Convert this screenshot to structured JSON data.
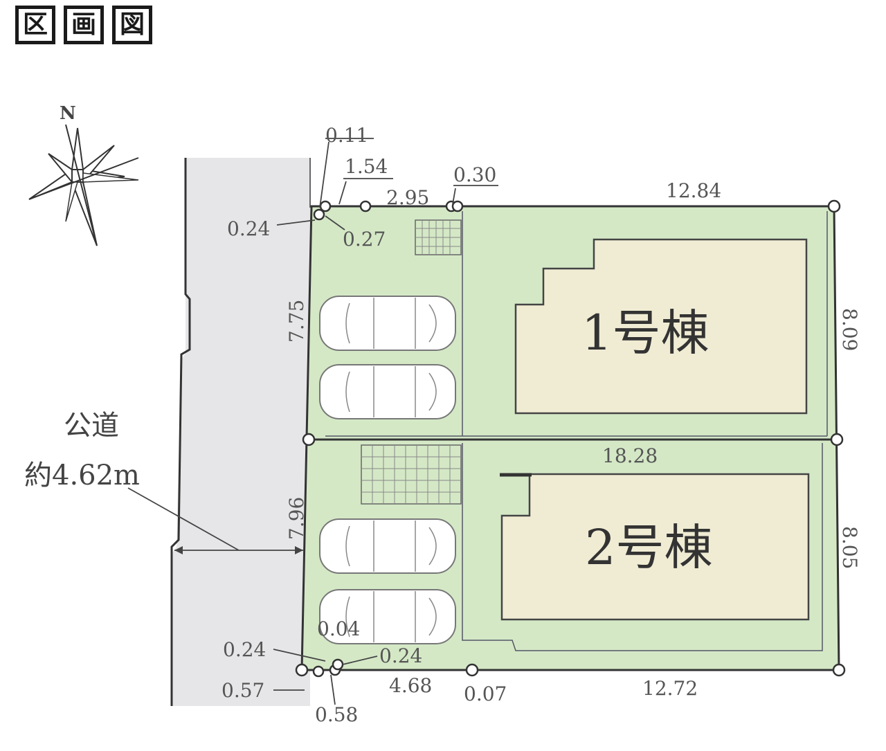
{
  "title": [
    "区",
    "画",
    "図"
  ],
  "compass": {
    "north_label": "N"
  },
  "road": {
    "label_line1": "公道",
    "label_line2": "約4.62m"
  },
  "lots": [
    {
      "label": "1号棟"
    },
    {
      "label": "2号棟"
    }
  ],
  "dimensions": {
    "top_small_1": "0.11",
    "top_small_2": "1.54",
    "top_2_95": "2.95",
    "top_0_30": "0.30",
    "top_12_84": "12.84",
    "left_0_24": "0.24",
    "left_0_27": "0.27",
    "side_7_75": "7.75",
    "right_8_09": "8.09",
    "middle_18_28": "18.28",
    "side_7_96": "7.96",
    "right_8_05": "8.05",
    "bottom_0_04": "0.04",
    "bottom_0_24_left": "0.24",
    "bottom_0_24_right": "0.24",
    "bottom_0_57": "0.57",
    "bottom_0_58": "0.58",
    "bottom_4_68": "4.68",
    "bottom_0_07": "0.07",
    "bottom_12_72": "12.72"
  },
  "colors": {
    "lot_green": "#d4e8c6",
    "building_cream": "#f0ecd4",
    "road_gray": "#e6e6e8"
  }
}
